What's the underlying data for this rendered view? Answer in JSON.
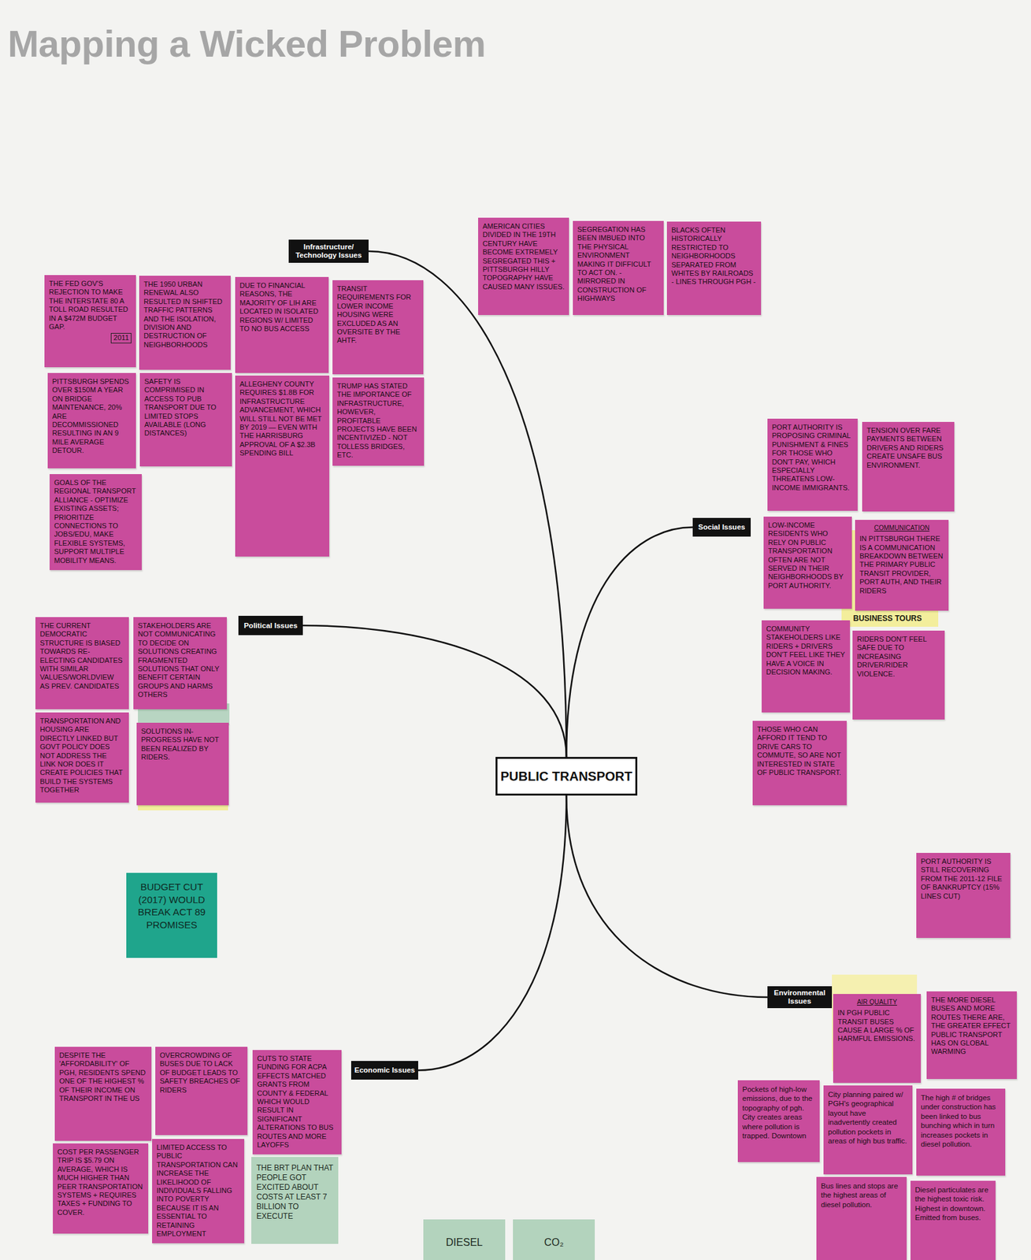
{
  "diagram": {
    "title": "Mapping a Wicked Problem",
    "nodes": [
      {
        "text": [
          "PUBLIC TRANSPORT"
        ]
      },
      {
        "text": [
          "Infrastructure/ Technology Issues"
        ]
      },
      {
        "text": [
          "Social Issues"
        ]
      },
      {
        "text": [
          "Political Issues"
        ]
      },
      {
        "text": [
          "Economic Issues"
        ]
      },
      {
        "text": [
          "Environmental Issues"
        ]
      },
      {
        "text": [
          "AMERICAN CITIES DIVIDED IN THE 19TH CENTURY HAVE BECOME EXTREMELY SEGREGATED THIS + PITTSBURGH HILLY TOPOGRAPHY HAVE CAUSED MANY ISSUES."
        ]
      },
      {
        "text": [
          "SEGREGATION HAS BEEN IMBUED INTO THE PHYSICAL ENVIRONMENT MAKING IT DIFFICULT TO ACT ON. - MIRRORED IN CONSTRUCTION OF HIGHWAYS"
        ]
      },
      {
        "text": [
          "BLACKS OFTEN HISTORICALLY RESTRICTED TO NEIGHBORHOODS SEPARATED FROM WHITES BY RAILROADS - LINES THROUGH PGH -"
        ]
      },
      {
        "text": [
          "THE FED GOV'S REJECTION TO MAKE THE INTERSTATE 80 A TOLL ROAD RESULTED IN A $472M BUDGET GAP.",
          "2011"
        ]
      },
      {
        "text": [
          "THE 1950 URBAN RENEWAL ALSO RESULTED IN SHIFTED TRAFFIC PATTERNS AND THE ISOLATION, DIVISION AND DESTRUCTION OF NEIGHBORHOODS"
        ]
      },
      {
        "text": [
          "DUE TO FINANCIAL REASONS, THE MAJORITY OF LIH ARE LOCATED IN ISOLATED REGIONS W/ LIMITED TO NO BUS ACCESS"
        ]
      },
      {
        "text": [
          "TRANSIT REQUIREMENTS FOR LOWER INCOME HOUSING WERE EXCLUDED AS AN OVERSITE BY THE AHTF."
        ]
      },
      {
        "text": [
          "PITTSBURGH SPENDS OVER $150M A YEAR ON BRIDGE MAINTENANCE, 20% ARE DECOMMISSIONED RESULTING IN AN 9 MILE AVERAGE DETOUR."
        ]
      },
      {
        "text": [
          "SAFETY IS COMPRIMISED IN ACCESS TO PUB TRANSPORT DUE TO LIMITED STOPS AVAILABLE (LONG DISTANCES)"
        ]
      },
      {
        "text": [
          "ALLEGHENY COUNTY REQUIRES $1.8B FOR INFRASTRUCTURE ADVANCEMENT, WHICH WILL STILL NOT BE MET BY 2019 — EVEN WITH THE HARRISBURG APPROVAL OF A $2.3B SPENDING BILL"
        ]
      },
      {
        "text": [
          "TRUMP HAS STATED THE IMPORTANCE OF INFRASTRUCTURE, HOWEVER, PROFITABLE PROJECTS HAVE BEEN INCENTIVIZED - NOT TOLLESS BRIDGES, ETC."
        ]
      },
      {
        "text": [
          "GOALS OF THE REGIONAL TRANSPORT ALLIANCE - OPTIMIZE EXISTING ASSETS; PRIORITIZE CONNECTIONS TO JOBS/EDU, MAKE FLEXIBLE SYSTEMS, SUPPORT MULTIPLE MOBILITY MEANS."
        ]
      },
      {
        "text": [
          "PORT AUTHORITY IS PROPOSING CRIMINAL PUNISHMENT & FINES FOR THOSE WHO DON'T PAY, WHICH ESPECIALLY THREATENS LOW-INCOME IMMIGRANTS."
        ]
      },
      {
        "text": [
          "TENSION OVER FARE PAYMENTS BETWEEN DRIVERS AND RIDERS CREATE UNSAFE BUS ENVIRONMENT."
        ]
      },
      {
        "text": [
          "LOW-INCOME RESIDENTS WHO RELY ON PUBLIC TRANSPORTATION OFTEN ARE NOT SERVED IN THEIR NEIGHBORHOODS BY PORT AUTHORITY."
        ]
      },
      {
        "text": [
          "BUSINESS TOURS"
        ]
      },
      {
        "text": [
          "COMMUNICATION",
          "IN PITTSBURGH THERE IS A COMMUNICATION BREAKDOWN BETWEEN THE PRIMARY PUBLIC TRANSIT PROVIDER, PORT AUTH, AND THEIR RIDERS"
        ]
      },
      {
        "text": [
          "COMMUNITY STAKEHOLDERS LIKE RIDERS + DRIVERS DON'T FEEL LIKE THEY HAVE A VOICE IN DECISION MAKING."
        ]
      },
      {
        "text": [
          "RIDERS DON'T FEEL SAFE DUE TO INCREASING DRIVER/RIDER VIOLENCE."
        ]
      },
      {
        "text": [
          "THOSE WHO CAN AFFORD IT TEND TO DRIVE CARS TO COMMUTE, SO ARE NOT INTERESTED IN STATE OF PUBLIC TRANSPORT."
        ]
      },
      {
        "text": [
          "THE CURRENT DEMOCRATIC STRUCTURE IS BIASED TOWARDS RE-ELECTING CANDIDATES WITH SIMILAR VALUES/WORLDVIEW AS PREV. CANDIDATES"
        ]
      },
      {
        "text": [
          "STAKEHOLDERS ARE NOT COMMUNICATING TO DECIDE ON SOLUTIONS CREATING FRAGMENTED SOLUTIONS THAT ONLY BENEFIT CERTAIN GROUPS AND HARMS OTHERS"
        ]
      },
      {
        "text": [
          "TRANSPORTATION AND HOUSING ARE DIRECTLY LINKED BUT GOVT POLICY DOES NOT ADDRESS THE LINK NOR DOES IT CREATE POLICIES THAT BUILD THE SYSTEMS TOGETHER"
        ]
      },
      {
        "text": [
          "SOLUTIONS IN-PROGRESS HAVE NOT BEEN REALIZED BY RIDERS."
        ]
      },
      {
        "text": [
          "BUDGET CUT (2017) WOULD BREAK ACT 89 PROMISES"
        ]
      },
      {
        "text": [
          "PORT AUTHORITY IS STILL RECOVERING FROM THE 2011-12 FILE OF BANKRUPTCY (15% LINES CUT)"
        ]
      },
      {
        "text": [
          "AIR QUALITY",
          "IN PGH PUBLIC TRANSIT BUSES CAUSE A LARGE % OF HARMFUL EMISSIONS."
        ]
      },
      {
        "text": [
          "THE MORE DIESEL BUSES AND MORE ROUTES THERE ARE, THE GREATER EFFECT PUBLIC TRANSPORT HAS ON GLOBAL WARMING"
        ]
      },
      {
        "text": [
          "Pockets of high-low emissions, due to the topography of pgh. City creates areas where pollution is trapped. Downtown"
        ]
      },
      {
        "text": [
          "City planning paired w/ PGH's geographical layout have inadvertently created pollution pockets in areas of high bus traffic."
        ]
      },
      {
        "text": [
          "The high # of bridges under construction has been linked to bus bunching which in turn increases pockets in diesel pollution."
        ]
      },
      {
        "text": [
          "Bus lines and stops are the highest areas of diesel pollution."
        ]
      },
      {
        "text": [
          "Diesel particulates are the highest toxic risk. Highest in downtown. Emitted from buses."
        ]
      },
      {
        "text": [
          "DESPITE THE 'AFFORDABILITY' OF PGH, RESIDENTS SPEND ONE OF THE HIGHEST % OF THEIR INCOME ON TRANSPORT IN THE US"
        ]
      },
      {
        "text": [
          "OVERCROWDING OF BUSES DUE TO LACK OF BUDGET LEADS TO SAFETY BREACHES OF RIDERS"
        ]
      },
      {
        "text": [
          "CUTS TO STATE FUNDING FOR ACPA EFFECTS MATCHED GRANTS FROM COUNTY & FEDERAL WHICH WOULD RESULT IN SIGNIFICANT ALTERATIONS TO BUS ROUTES AND MORE LAYOFFS"
        ]
      },
      {
        "text": [
          "COST PER PASSENGER TRIP IS $5.79 ON AVERAGE, WHICH IS MUCH HIGHER THAN PEER TRANSPORTATION SYSTEMS + REQUIRES TAXES + FUNDING TO COVER."
        ]
      },
      {
        "text": [
          "LIMITED ACCESS TO PUBLIC TRANSPORTATION CAN INCREASE THE LIKELIHOOD OF INDIVIDUALS FALLING INTO POVERTY BECAUSE IT IS AN ESSENTIAL TO RETAINING EMPLOYMENT"
        ]
      },
      {
        "text": [
          "THE BRT PLAN THAT PEOPLE GOT EXCITED ABOUT COSTS AT LEAST 7 BILLION TO EXECUTE"
        ]
      },
      {
        "text": [
          "DIESEL"
        ]
      },
      {
        "text": [
          "CO₂"
        ]
      }
    ],
    "edges": [
      {
        "from": 0,
        "to": 1,
        "arrow": "none"
      },
      {
        "from": 0,
        "to": 2,
        "arrow": "none"
      },
      {
        "from": 0,
        "to": 3,
        "arrow": "none"
      },
      {
        "from": 0,
        "to": 4,
        "arrow": "none"
      },
      {
        "from": 0,
        "to": 5,
        "arrow": "none"
      }
    ]
  }
}
